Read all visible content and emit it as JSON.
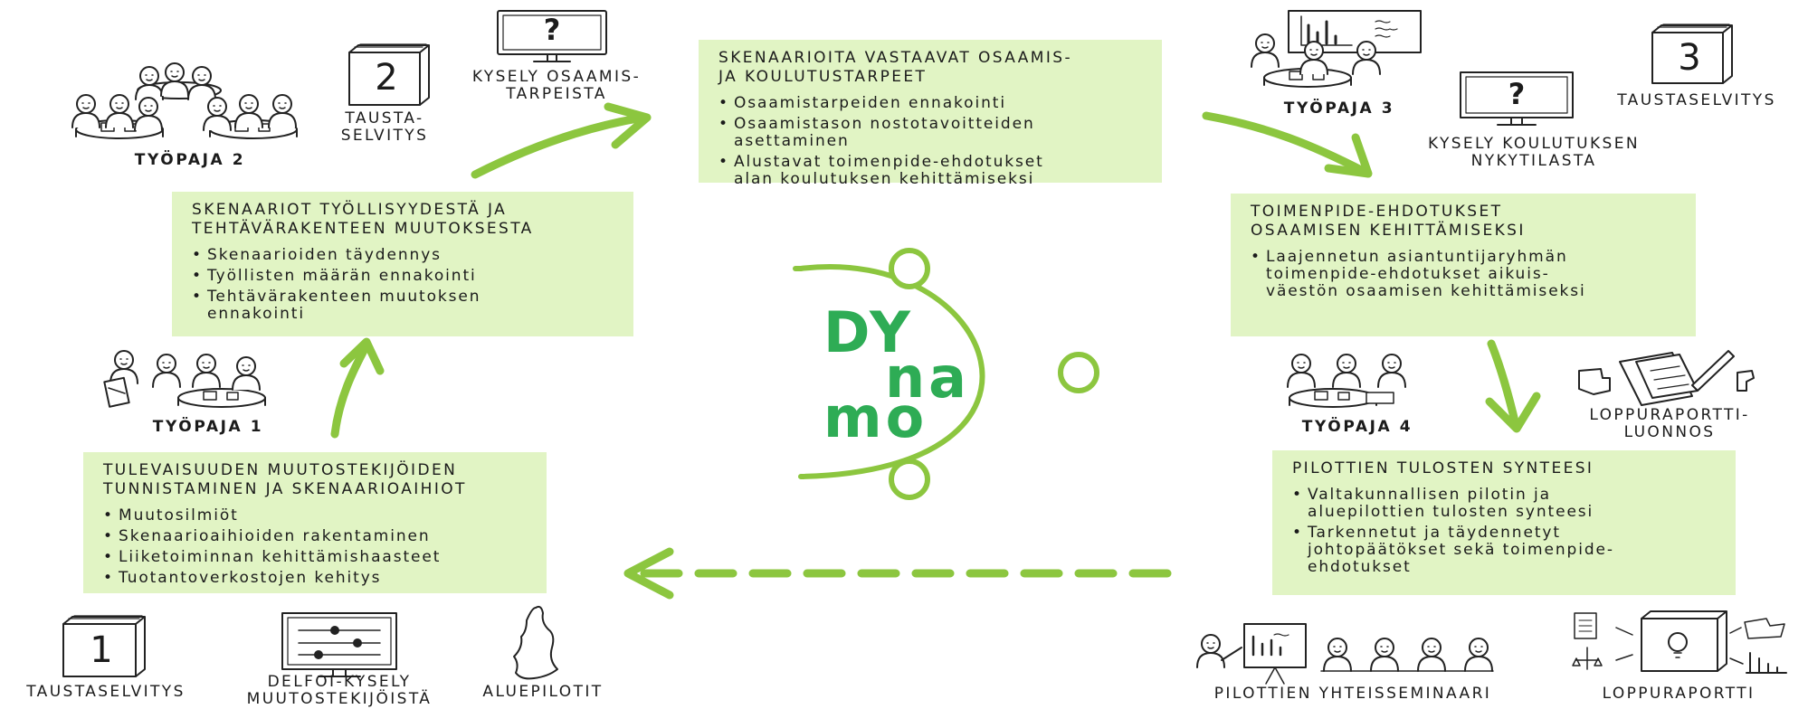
{
  "brand": {
    "line1": "DY",
    "line2": "na",
    "line3": "mo",
    "color": "#2eac55",
    "accent": "#8cc63f",
    "box_fill": "#e1f4c4"
  },
  "boxes": {
    "phase1": {
      "title": "TULEVAISUUDEN MUUTOSTEKIJÖIDEN\nTUNNISTAMINEN JA SKENAARIOAIHIOT",
      "items": [
        "Muutosilmiöt",
        "Skenaarioaihioiden rakentaminen",
        "Liiketoiminnan kehittämishaasteet",
        "Tuotantoverkostojen kehitys"
      ]
    },
    "phase2": {
      "title": "SKENAARIOT TYÖLLISYYDESTÄ JA\nTEHTÄVÄRAKENTEEN MUUTOKSESTA",
      "items": [
        "Skenaarioiden täydennys",
        "Työllisten määrän ennakointi",
        "Tehtävärakenteen muutoksen\nennakointi"
      ]
    },
    "phase3": {
      "title": "SKENAARIOITA VASTAAVAT OSAAMIS-\nJA KOULUTUSTARPEET",
      "items": [
        "Osaamistarpeiden ennakointi",
        "Osaamistason nostotavoitteiden\nasettaminen",
        "Alustavat toimenpide-ehdotukset\nalan koulutuksen kehittämiseksi"
      ]
    },
    "phase4": {
      "title": "TOIMENPIDE-EHDOTUKSET\nOSAAMISEN KEHITTÄMISEKSI",
      "items": [
        "Laajennetun asiantuntijaryhmän\ntoimenpide-ehdotukset aikuis-\nväestön osaamisen kehittämiseksi"
      ]
    },
    "phase5": {
      "title": "PILOTTIEN TULOSTEN SYNTEESI",
      "items": [
        "Valtakunnallisen pilotin ja\naluepilottien tulosten synteesi",
        "Tarkennetut ja täydennetyt\njohtopäätökset sekä toimenpide-\nehdotukset"
      ]
    }
  },
  "labels": {
    "tyopaja1": "TYÖPAJA 1",
    "tyopaja2": "TYÖPAJA 2",
    "tyopaja3": "TYÖPAJA 3",
    "tyopaja4": "TYÖPAJA 4",
    "taustaselvitys1": "TAUSTASELVITYS",
    "taustaselvitys2": "TAUSTA-\nSELVITYS",
    "taustaselvitys3": "TAUSTASELVITYS",
    "delfoi": "DELFOI-KYSELY\nMUUTOSTEKIJÖISTÄ",
    "aluepilotit": "ALUEPILOTIT",
    "kysely_osaamis": "KYSELY OSAAMIS-\nTARPEISTA",
    "kysely_koulutus": "KYSELY KOULUTUKSEN\nNYKYTILASTA",
    "loppuraportti_luonnos": "LOPPURAPORTTI-\nLUONNOS",
    "loppuraportti": "LOPPURAPORTTI",
    "seminaari": "PILOTTIEN YHTEISSEMINAARI"
  },
  "icons": {
    "book1": "1",
    "book2": "2",
    "book3": "3",
    "question": "?"
  }
}
